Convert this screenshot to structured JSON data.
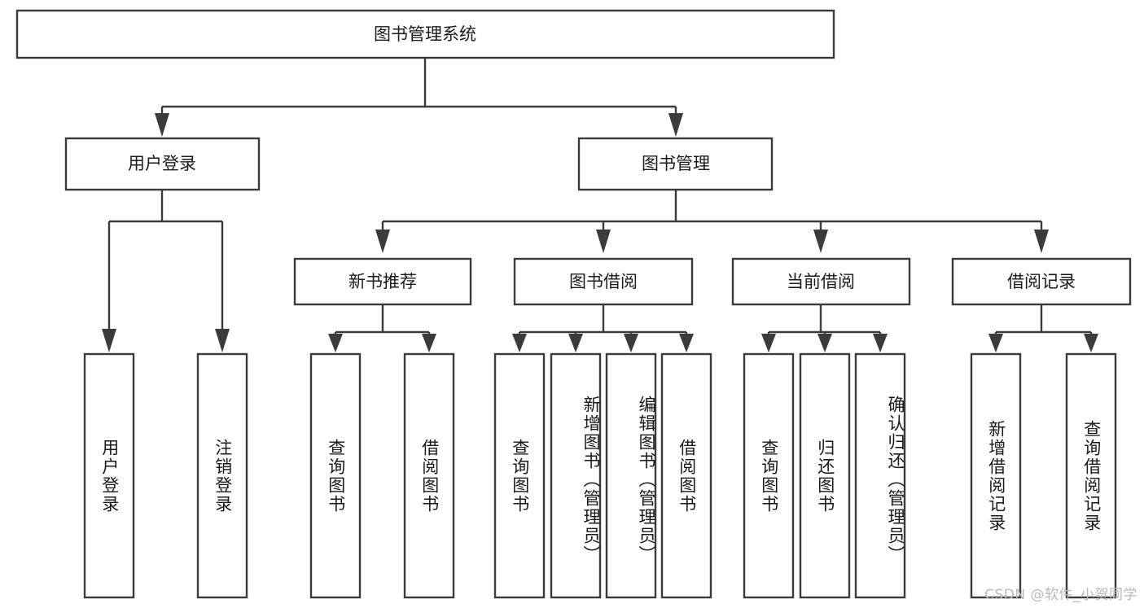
{
  "diagram": {
    "title_node": {
      "label": "图书管理系统"
    },
    "level2": [
      {
        "id": "user-login",
        "label": "用户登录"
      },
      {
        "id": "book-management",
        "label": "图书管理"
      }
    ],
    "level3": [
      {
        "id": "new-book-recommend",
        "label": "新书推荐"
      },
      {
        "id": "book-borrow",
        "label": "图书借阅"
      },
      {
        "id": "current-borrow",
        "label": "当前借阅"
      },
      {
        "id": "borrow-record",
        "label": "借阅记录"
      }
    ],
    "leaves": [
      {
        "id": "leaf-user-login",
        "parent": "user-login",
        "label": "用户登录"
      },
      {
        "id": "leaf-logout",
        "parent": "user-login",
        "label": "注销登录"
      },
      {
        "id": "leaf-query-book-1",
        "parent": "new-book-recommend",
        "label": "查询图书"
      },
      {
        "id": "leaf-borrow-book-1",
        "parent": "new-book-recommend",
        "label": "借阅图书"
      },
      {
        "id": "leaf-query-book-2",
        "parent": "book-borrow",
        "label": "查询图书"
      },
      {
        "id": "leaf-add-book",
        "parent": "book-borrow",
        "label": "新增图书（管理员）"
      },
      {
        "id": "leaf-edit-book",
        "parent": "book-borrow",
        "label": "编辑图书（管理员）"
      },
      {
        "id": "leaf-borrow-book-2",
        "parent": "book-borrow",
        "label": "借阅图书"
      },
      {
        "id": "leaf-query-book-3",
        "parent": "current-borrow",
        "label": "查询图书"
      },
      {
        "id": "leaf-return-book",
        "parent": "current-borrow",
        "label": "归还图书"
      },
      {
        "id": "leaf-confirm-return",
        "parent": "current-borrow",
        "label": "确认归还（管理员）"
      },
      {
        "id": "leaf-add-record",
        "parent": "borrow-record",
        "label": "新增借阅记录"
      },
      {
        "id": "leaf-query-record",
        "parent": "borrow-record",
        "label": "查询借阅记录"
      }
    ],
    "colors": {
      "stroke": "#3b3b3b",
      "fill": "#ffffff",
      "text": "#1a1a1a",
      "watermark": "#b9b9b9"
    }
  },
  "watermark": {
    "text": "CSDN @软件_小贺同学"
  }
}
